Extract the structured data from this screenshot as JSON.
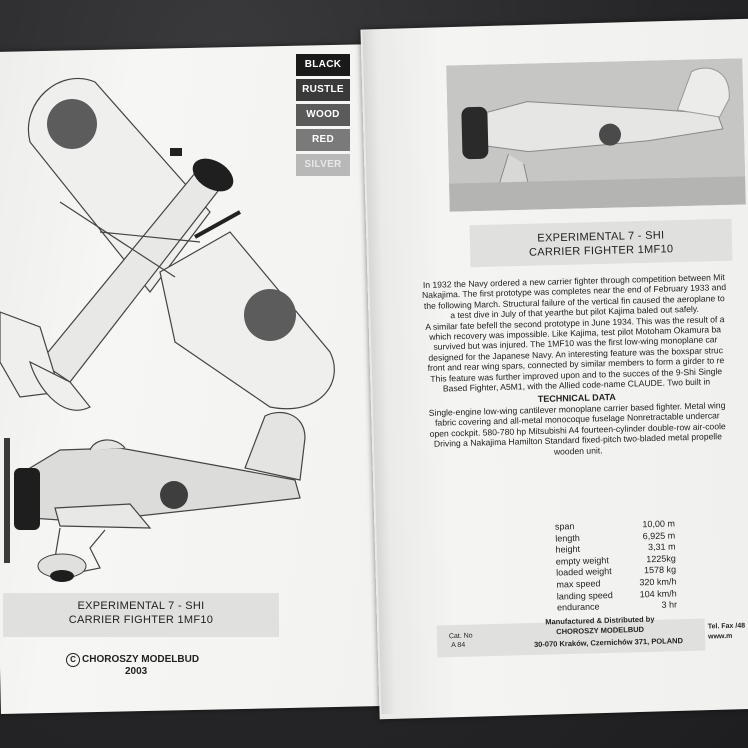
{
  "colors": {
    "swatches": [
      {
        "label": "BLACK",
        "color": "#1a1a1a"
      },
      {
        "label": "RUSTLE",
        "color": "#3a3a3a"
      },
      {
        "label": "WOOD",
        "color": "#5a5a5a"
      },
      {
        "label": "RED",
        "color": "#7a7a7a"
      },
      {
        "label": "SILVER",
        "color": "#b8b8b8"
      }
    ]
  },
  "left_caption": {
    "line1": "EXPERIMENTAL 7 - SHI",
    "line2": "CARRIER FIGHTER 1MF10"
  },
  "copyright": {
    "symbol": "C",
    "text": "CHOROSZY MODELBUD",
    "year": "2003"
  },
  "right_caption": {
    "line1": "EXPERIMENTAL 7 - SHI",
    "line2": "CARRIER FIGHTER 1MF10"
  },
  "history": [
    "In 1932 the Navy ordered a new carrier fighter through competition between Mit",
    "Nakajima. The first prototype was completes near the end of February 1933 and",
    "the following March. Structural failure of the vertical fin caused the aeroplane to",
    "a test dive in July of that yearthe but pilot Kajima baled out safely.",
    "A similar fate befell the second prototype in June 1934. This was the result of a",
    "which recovery was impossible. Like Kajima, test pilot Motoham Okamura ba",
    "survived but was injured. The 1MF10 was the first low-wing monoplane car",
    "designed for the Japanese Navy. An interesting feature was the boxspar struc",
    "front and rear wing spars, connected by similar members to form a girder to re",
    "This feature was further improved upon and to the succes of the 9-Shi Single",
    "Based Fighter, A5M1, with the Allied code-name CLAUDE. Two built in"
  ],
  "technical": {
    "title": "TECHNICAL DATA",
    "lines": [
      "Single-engine low-wing cantilever monoplane carrier based fighter. Metal wing",
      "fabric covering and all-metal monocoque fuselage Nonretractable undercar",
      "open cockpit. 580-780 hp Mitsubishi A4 fourteen-cylinder double-row air-coole",
      "Driving a Nakajima Hamilton Standard fixed-pitch two-bladed metal propelle",
      "wooden unit."
    ]
  },
  "specs": [
    {
      "label": "span",
      "value": "10,00 m"
    },
    {
      "label": "length",
      "value": "6,925 m"
    },
    {
      "label": "height",
      "value": "3,31 m"
    },
    {
      "label": "empty weight",
      "value": "1225kg"
    },
    {
      "label": "loaded weight",
      "value": "1578 kg"
    },
    {
      "label": "max speed",
      "value": "320 km/h"
    },
    {
      "label": "landing speed",
      "value": "104 km/h"
    },
    {
      "label": "endurance",
      "value": "3 hr"
    }
  ],
  "footer": {
    "cat_label": "Cat. No",
    "cat_value": "A 84",
    "mfg_line1": "Manufactured & Distributed by",
    "mfg_line2": "CHOROSZY MODELBUD",
    "address": "30-070 Kraków, Czernichów 371, POLAND",
    "tel1": "Tel. Fax /48",
    "tel2": "www.m"
  }
}
